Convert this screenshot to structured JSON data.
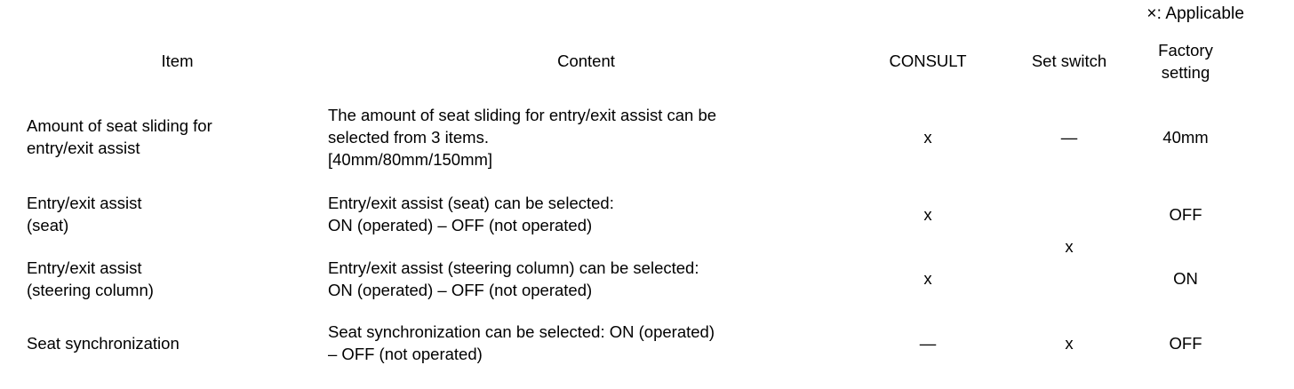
{
  "caption": "×: Applicable",
  "table": {
    "headers": [
      {
        "label": "Item"
      },
      {
        "label": "Content"
      },
      {
        "label": "CONSULT"
      },
      {
        "label": "Set switch"
      },
      {
        "label": "Factory\nsetting"
      }
    ],
    "header_factory_line1": "Factory",
    "header_factory_line2": "setting",
    "rows": [
      {
        "item_lines": [
          "Amount of seat sliding for",
          "entry/exit assist"
        ],
        "content_lines": [
          "The amount of seat sliding for entry/exit assist can be",
          "selected from 3 items.",
          "[40mm/80mm/150mm]"
        ],
        "consult": "x",
        "set_switch": "—",
        "factory_setting": "40mm"
      },
      {
        "item_lines": [
          "Entry/exit assist",
          "(seat)"
        ],
        "content_lines": [
          "Entry/exit assist (seat) can be selected:",
          "ON (operated) – OFF (not operated)"
        ],
        "consult": "x",
        "set_switch": "x",
        "factory_setting": "OFF"
      },
      {
        "item_lines": [
          "Entry/exit assist",
          "(steering column)"
        ],
        "content_lines": [
          "Entry/exit assist (steering column) can be selected:",
          "ON (operated) – OFF (not operated)"
        ],
        "consult": "x",
        "set_switch": "",
        "factory_setting": "ON"
      },
      {
        "item_lines": [
          "Seat synchronization"
        ],
        "content_lines": [
          "Seat synchronization can be selected: ON (operated)",
          "– OFF (not operated)"
        ],
        "consult": "—",
        "set_switch": "x",
        "factory_setting": "OFF"
      }
    ]
  },
  "colors": {
    "text": "#000000",
    "rule": "#000000",
    "background": "#ffffff"
  }
}
